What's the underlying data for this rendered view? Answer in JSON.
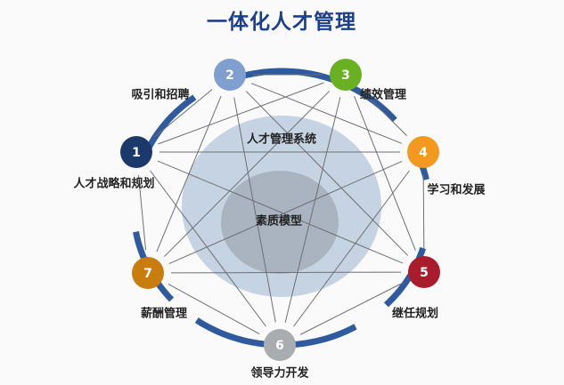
{
  "title": "一体化人才管理",
  "outer_circle_label": "人才管理系统",
  "inner_circle_label": "素质模型",
  "ring_color": "#2f5b9e",
  "nodes": [
    {
      "number": "1",
      "label": "人才战略和规划",
      "color": "#1b3a6b"
    },
    {
      "number": "2",
      "label": "吸引和招聘",
      "color": "#7f9fd0"
    },
    {
      "number": "3",
      "label": "绩效管理",
      "color": "#6ab023"
    },
    {
      "number": "4",
      "label": "学习和发展",
      "color": "#f39a1e"
    },
    {
      "number": "5",
      "label": "继任规划",
      "color": "#a81c2c"
    },
    {
      "number": "6",
      "label": "领导力开发",
      "color": "#a9adb0"
    },
    {
      "number": "7",
      "label": "薪酬管理",
      "color": "#c87d0e"
    }
  ]
}
